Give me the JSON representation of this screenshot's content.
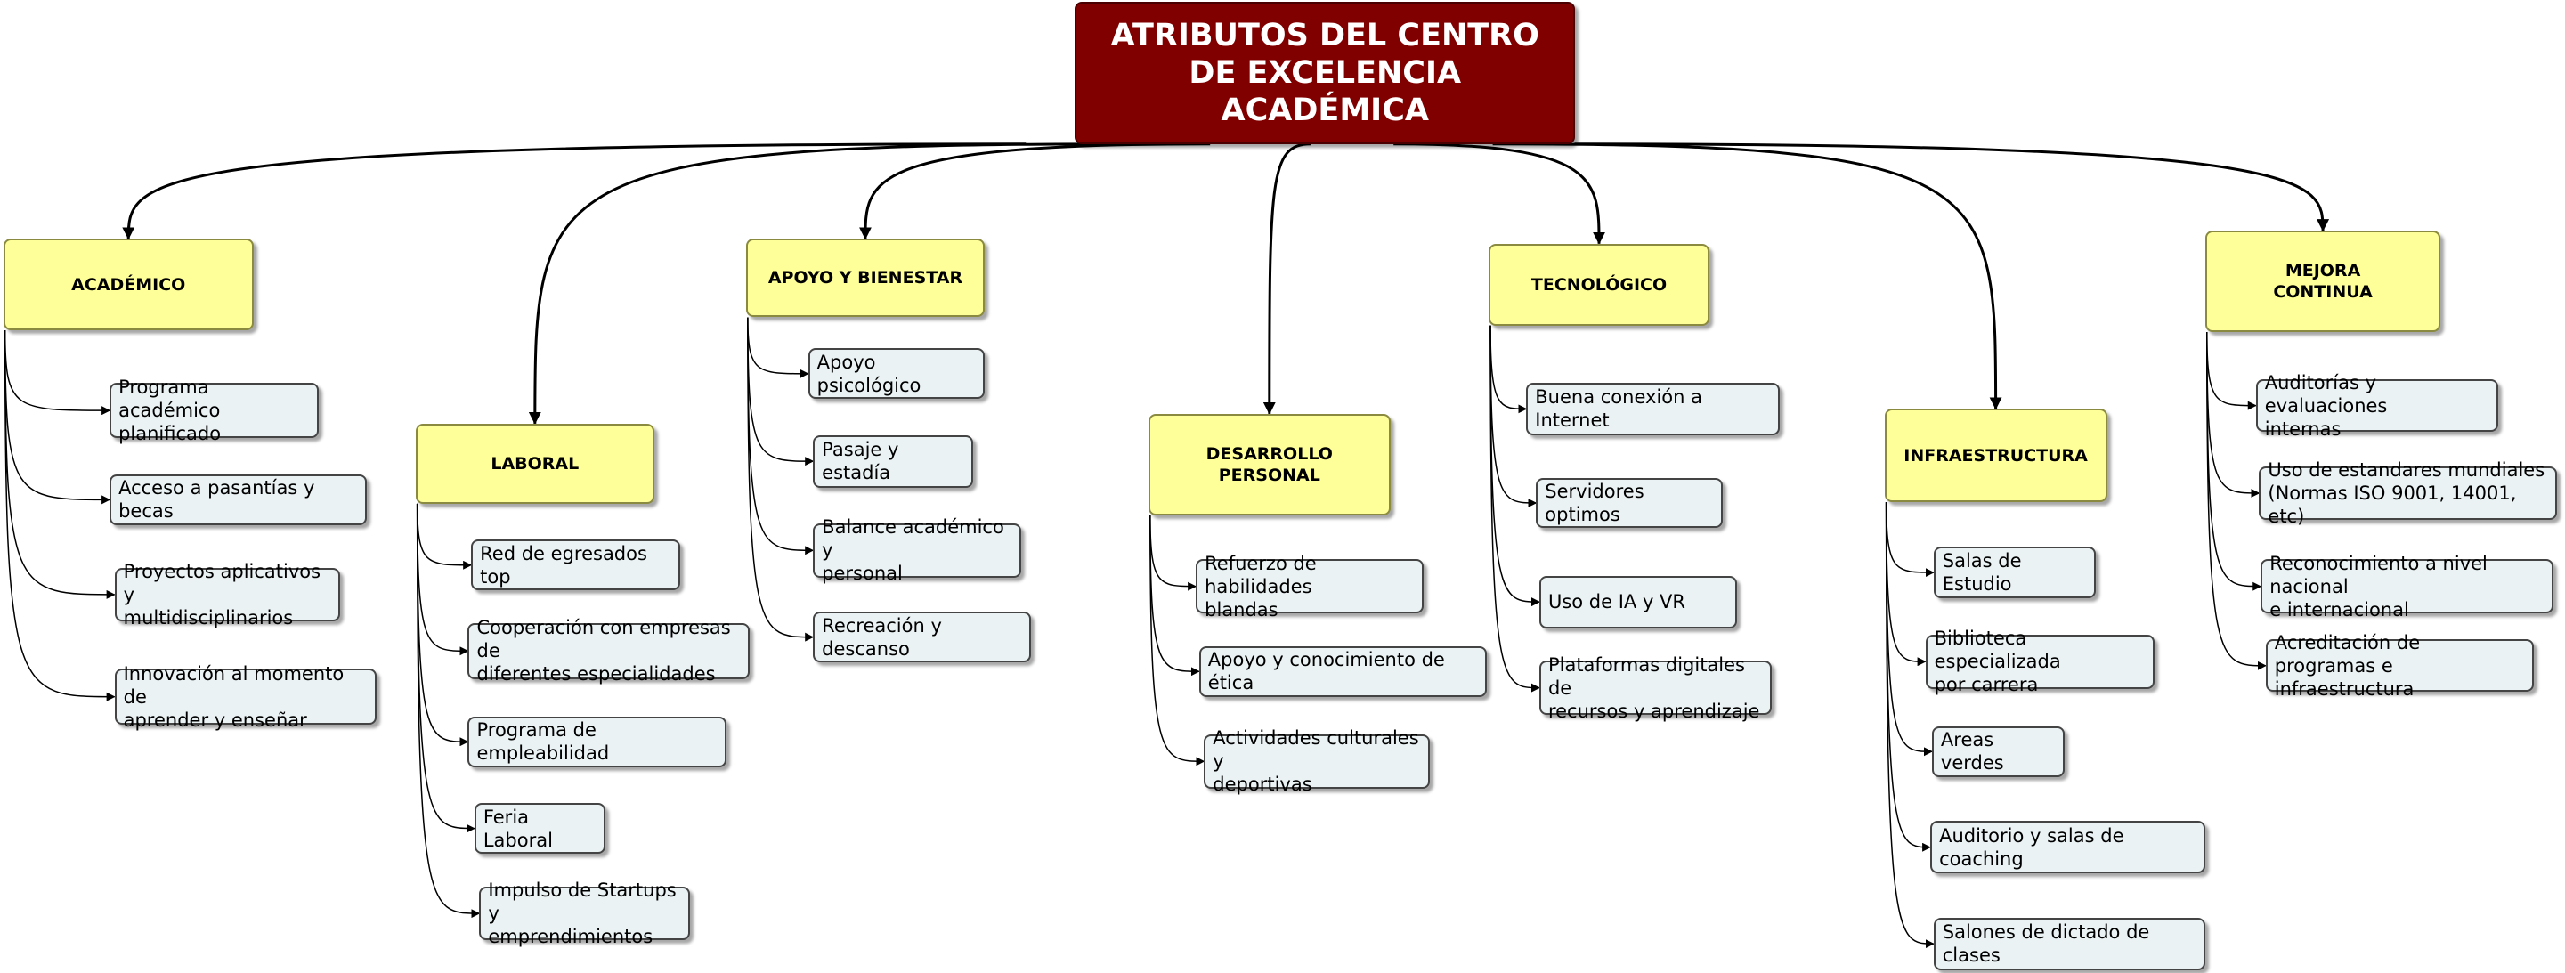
{
  "root": {
    "title": "ATRIBUTOS DEL CENTRO\nDE EXCELENCIA\nACADÉMICA"
  },
  "categories": [
    {
      "label": "ACADÉMICO",
      "items": [
        "Programa académico\nplanificado",
        "Acceso a pasantías y becas",
        "Proyectos aplicativos y\nmultidisciplinarios",
        "Innovación al momento de\naprender y enseñar"
      ]
    },
    {
      "label": "LABORAL",
      "items": [
        "Red de egresados top",
        "Cooperación con empresas de\ndiferentes especialidades",
        "Programa de empleabilidad",
        "Feria Laboral",
        "Impulso de Startups y\nemprendimientos"
      ]
    },
    {
      "label": "APOYO Y BIENESTAR",
      "items": [
        "Apoyo psicológico",
        "Pasaje y estadía",
        "Balance académico y\npersonal",
        "Recreación y descanso"
      ]
    },
    {
      "label": "DESARROLLO\nPERSONAL",
      "items": [
        "Refuerzo de habilidades\nblandas",
        "Apoyo y conocimiento de ética",
        "Actividades culturales y\ndeportivas"
      ]
    },
    {
      "label": "TECNOLÓGICO",
      "items": [
        "Buena conexión a Internet",
        "Servidores optimos",
        "Uso de IA y VR",
        "Plataformas digitales de\nrecursos y aprendizaje"
      ]
    },
    {
      "label": "INFRAESTRUCTURA",
      "items": [
        "Salas de Estudio",
        "Biblioteca especializada\npor carrera",
        "Areas verdes",
        "Auditorio y salas de coaching",
        "Salones de dictado de clases"
      ]
    },
    {
      "label": "MEJORA\nCONTINUA",
      "items": [
        "Auditorías y evaluaciones\ninternas",
        "Uso de estandares mundiales\n(Normas ISO 9001, 14001, etc)",
        "Reconocimiento a nivel nacional\ne internacional",
        "Acreditación de programas e\ninfraestructura"
      ]
    }
  ],
  "colors": {
    "root": "#800000",
    "category": "#ffff99",
    "leaf": "#eaf2f4"
  }
}
